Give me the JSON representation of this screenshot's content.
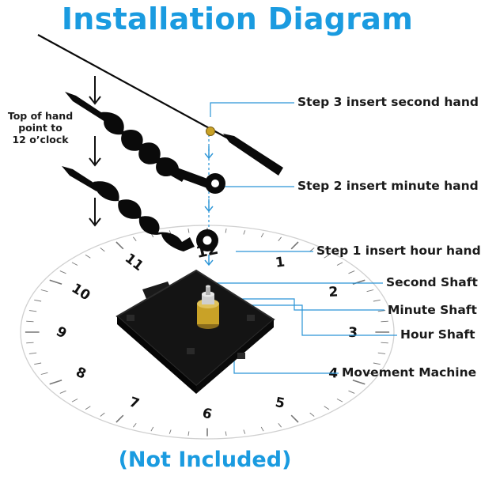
{
  "title": "Installation Diagram",
  "footer": "(Not Included)",
  "note_lines": [
    "Top of hand",
    "point to",
    "12 o’clock"
  ],
  "labels": {
    "step3": "Step 3 insert second hand",
    "step2": "Step 2 insert minute hand",
    "step1": "Step 1 insert hour hand",
    "second_shaft": "Second Shaft",
    "minute_shaft": "Minute Shaft",
    "hour_shaft": "Hour Shaft",
    "movement": "Movement Machine"
  },
  "dial_numbers": [
    "12",
    "1",
    "2",
    "3",
    "4",
    "5",
    "6",
    "7",
    "8",
    "9",
    "10",
    "11"
  ],
  "colors": {
    "accent": "#1a9be0",
    "leader": "#2a94d6",
    "hand": "#0a0a0a",
    "brass": "#c9a227"
  }
}
